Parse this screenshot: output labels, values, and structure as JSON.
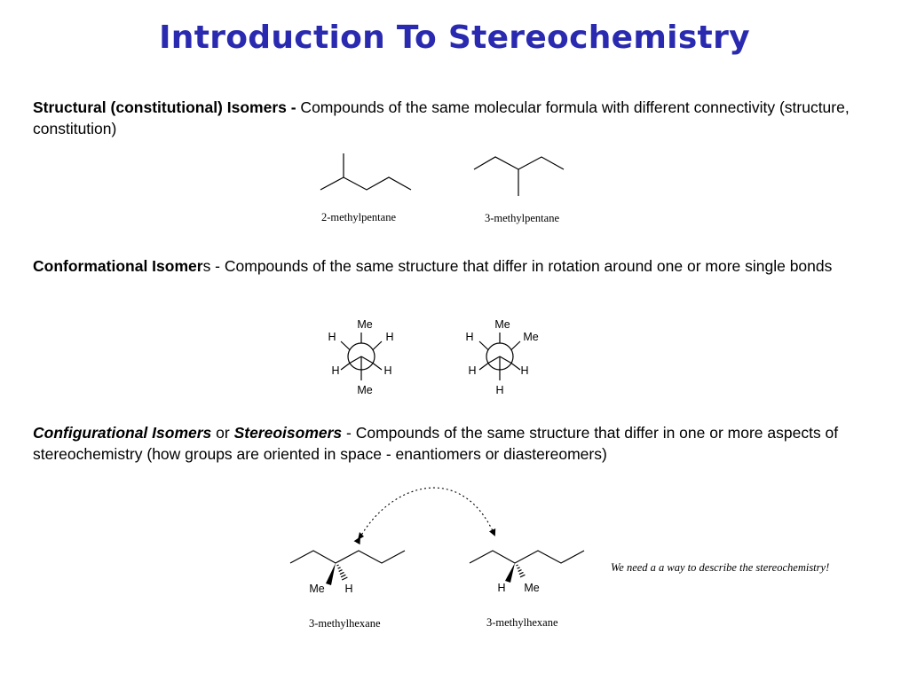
{
  "title": "Introduction To Stereochemistry",
  "structural": {
    "term": "Structural (constitutional) Isomers -",
    "definition": " Compounds of the same molecular formula with different connectivity (structure, constitution)",
    "molecule_1": "2-methylpentane",
    "molecule_2": "3-methylpentane"
  },
  "conformational": {
    "term": "Conformational Isomer",
    "term_suffix": "s",
    "definition": " - Compounds of the same structure that differ in rotation around one or more single bonds",
    "newman_1": {
      "top": "Me",
      "upper_left": "H",
      "upper_right": "H",
      "lower_left": "H",
      "lower_right": "H",
      "bottom": "Me"
    },
    "newman_2": {
      "top": "Me",
      "upper_left": "H",
      "upper_right": "Me",
      "lower_left": "H",
      "lower_right": "H",
      "bottom": "H"
    }
  },
  "configurational": {
    "term_1": "Configurational Isomers",
    "connector": " or ",
    "term_2": "Stereoisomers",
    "definition": " - Compounds of the same structure that differ in one or more aspects of stereochemistry (how groups are oriented in space - enantiomers or diastereomers)",
    "molecule_1": {
      "wedge_label": "Me",
      "hash_label": "H",
      "caption": "3-methylhexane"
    },
    "molecule_2": {
      "hash_label": "H",
      "wedge_label": "Me",
      "caption": "3-methylhexane"
    },
    "note": "We need a a way to describe the stereochemistry!"
  }
}
